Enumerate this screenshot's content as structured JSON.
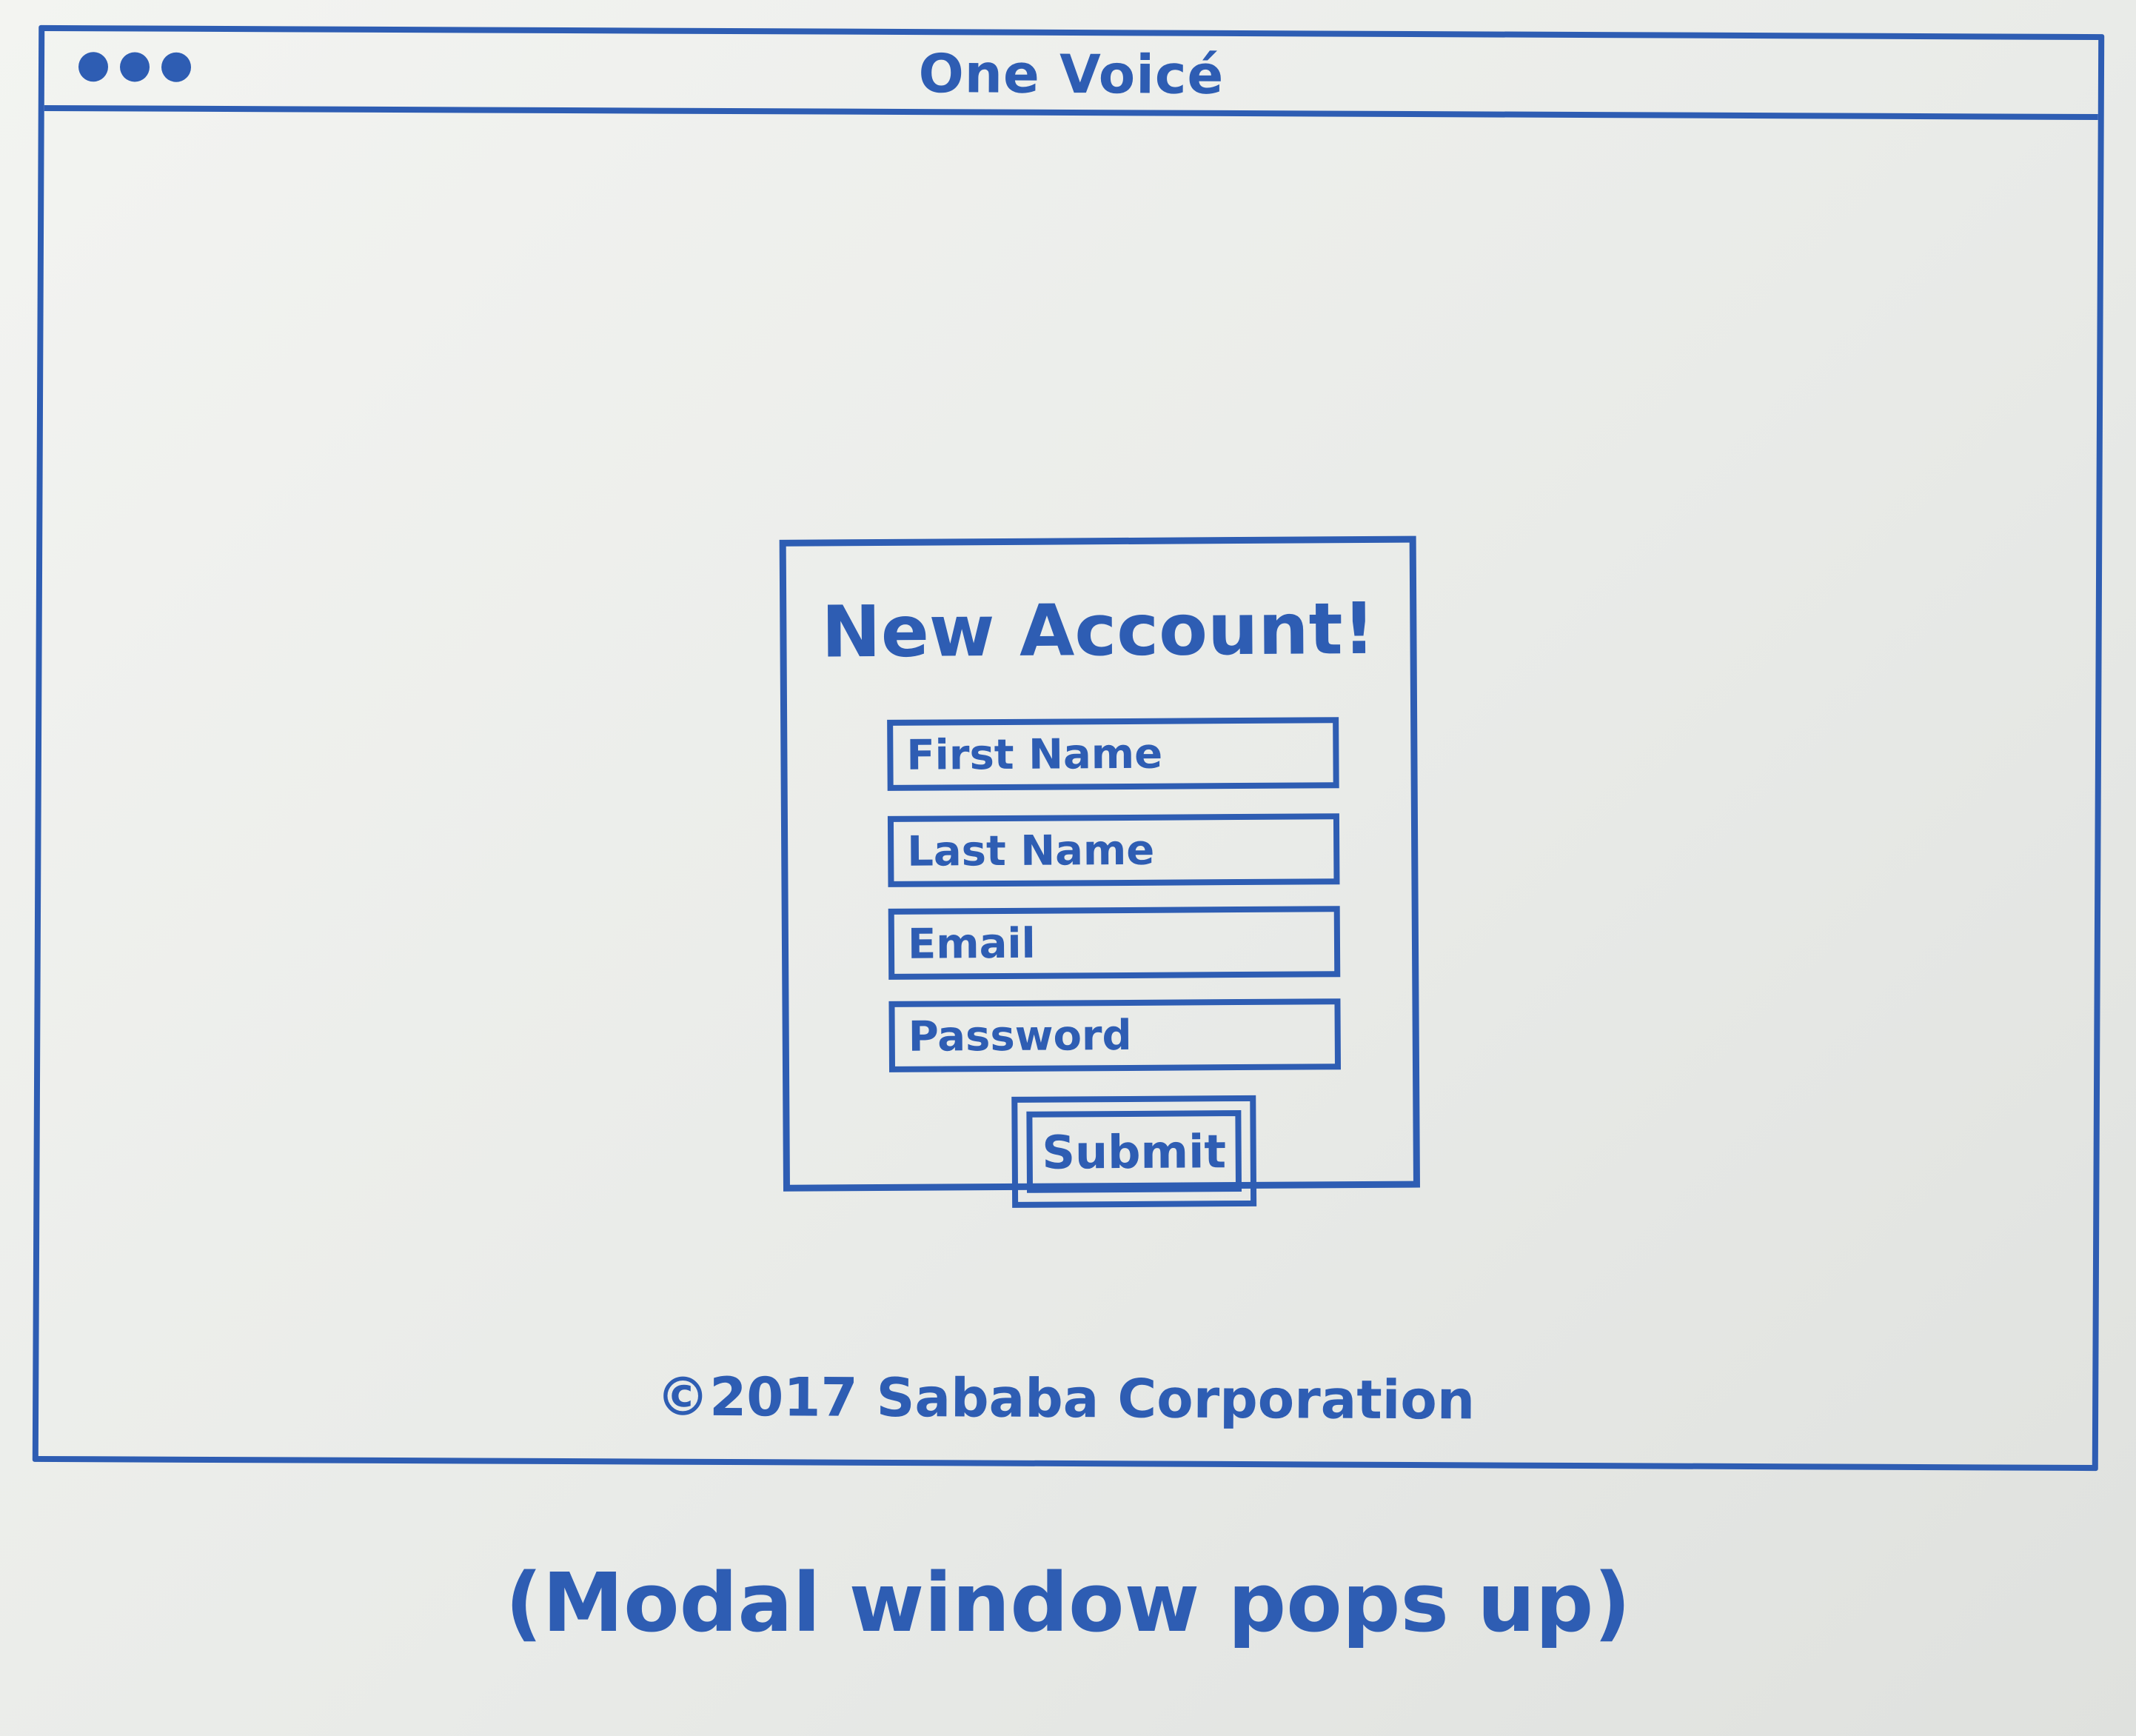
{
  "window": {
    "title": "One Voicé"
  },
  "modal": {
    "title": "New Account!",
    "fields": {
      "first_name": "First Name",
      "last_name": "Last Name",
      "email": "Email",
      "password": "Password"
    },
    "submit_label": "Submit"
  },
  "footer": {
    "copyright": "©2017 Sababa Corporation"
  },
  "annotation": {
    "caption": "(Modal window pops up)"
  },
  "colors": {
    "ink": "#2e5db3",
    "board": "#eef0ed"
  }
}
